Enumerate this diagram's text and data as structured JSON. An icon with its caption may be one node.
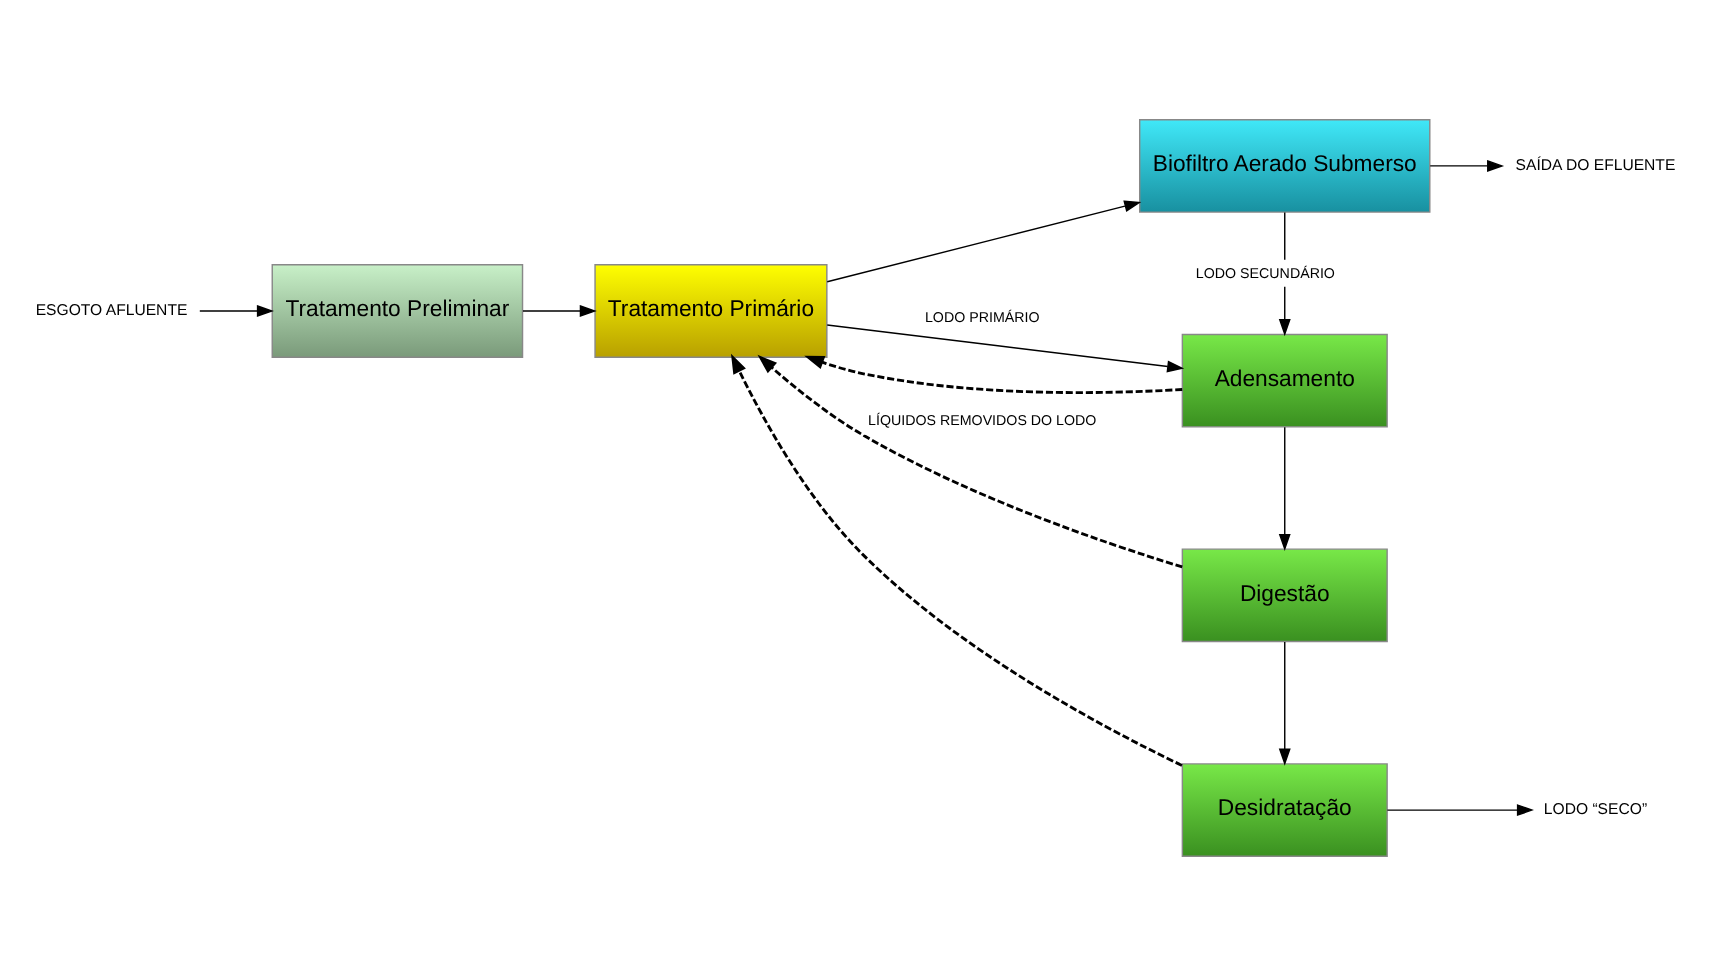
{
  "diagram": {
    "nodes": [
      {
        "text": [
          "ESGOTO AFLUENTE"
        ]
      },
      {
        "text": [
          "Tratamento Preliminar"
        ]
      },
      {
        "text": [
          "Tratamento Primário"
        ]
      },
      {
        "text": [
          "Biofiltro Aerado Submerso"
        ]
      },
      {
        "text": [
          "SAÍDA DO EFLUENTE"
        ]
      },
      {
        "text": [
          "Adensamento"
        ]
      },
      {
        "text": [
          "Digestão"
        ]
      },
      {
        "text": [
          "Desidratação"
        ]
      },
      {
        "text": [
          "LODO “SECO”"
        ]
      }
    ],
    "edges": [
      {
        "from": 0,
        "to": 1,
        "arrow": "to"
      },
      {
        "from": 1,
        "to": 2,
        "arrow": "to"
      },
      {
        "from": 2,
        "to": 3,
        "arrow": "to"
      },
      {
        "from": 3,
        "to": 4,
        "arrow": "to"
      },
      {
        "from": 2,
        "to": 5,
        "arrow": "to",
        "label": "LODO PRIMÁRIO"
      },
      {
        "from": 3,
        "to": 5,
        "arrow": "to",
        "label": "LODO SECUNDÁRIO"
      },
      {
        "from": 5,
        "to": 6,
        "arrow": "to"
      },
      {
        "from": 6,
        "to": 7,
        "arrow": "to"
      },
      {
        "from": 7,
        "to": 8,
        "arrow": "to"
      },
      {
        "from": 5,
        "to": 2,
        "arrow": "to",
        "style": "dashed"
      },
      {
        "from": 6,
        "to": 2,
        "arrow": "to",
        "style": "dashed",
        "label": "LÍQUIDOS REMOVIDOS DO LODO"
      },
      {
        "from": 7,
        "to": 2,
        "arrow": "to",
        "style": "dashed"
      }
    ]
  }
}
